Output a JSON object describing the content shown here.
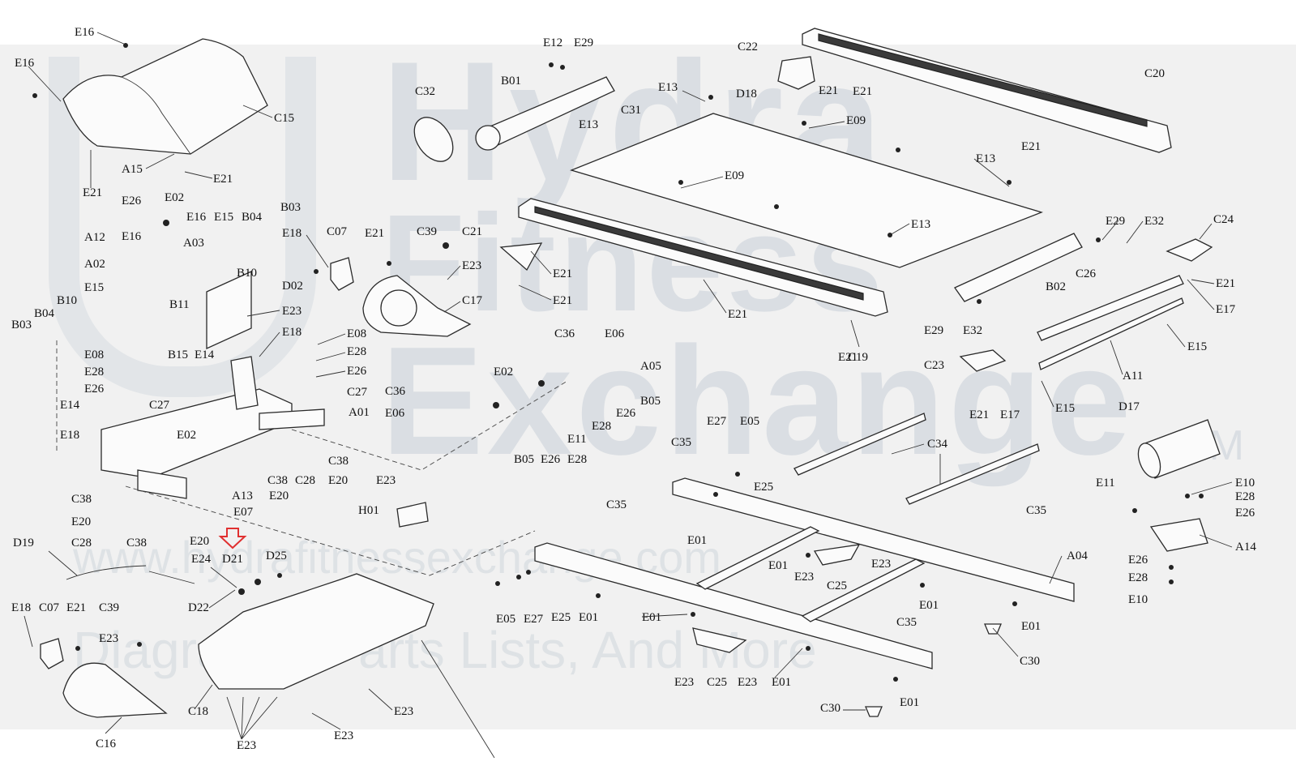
{
  "watermark": {
    "line1": "Hydra",
    "line2": "Fitness",
    "line3": "Exchange",
    "trademark": "TM",
    "url": "www.hydrafitnessexchange.com",
    "tagline": "Diagrams, Parts Lists, And More"
  },
  "labels": [
    {
      "id": "l1",
      "text": "E16"
    },
    {
      "id": "l2",
      "text": "E16"
    },
    {
      "id": "l3",
      "text": "C15"
    },
    {
      "id": "l4",
      "text": "A15"
    },
    {
      "id": "l5",
      "text": "E21"
    },
    {
      "id": "l6",
      "text": "E21"
    },
    {
      "id": "l7",
      "text": "E26"
    },
    {
      "id": "l8",
      "text": "E02"
    },
    {
      "id": "l9",
      "text": "E16"
    },
    {
      "id": "l10",
      "text": "E16"
    },
    {
      "id": "l11",
      "text": "E15"
    },
    {
      "id": "l12",
      "text": "B04"
    },
    {
      "id": "l13",
      "text": "B03"
    },
    {
      "id": "l14",
      "text": "A12"
    },
    {
      "id": "l15",
      "text": "A03"
    },
    {
      "id": "l16",
      "text": "A02"
    },
    {
      "id": "l17",
      "text": "B10"
    },
    {
      "id": "l18",
      "text": "E15"
    },
    {
      "id": "l19",
      "text": "B11"
    },
    {
      "id": "l20",
      "text": "B10"
    },
    {
      "id": "l21",
      "text": "B04"
    },
    {
      "id": "l22",
      "text": "B03"
    },
    {
      "id": "l23",
      "text": "E18"
    },
    {
      "id": "l24",
      "text": "C07"
    },
    {
      "id": "l25",
      "text": "D02"
    },
    {
      "id": "l26",
      "text": "E23"
    },
    {
      "id": "l27",
      "text": "E18"
    },
    {
      "id": "l28",
      "text": "E08"
    },
    {
      "id": "l29",
      "text": "E28"
    },
    {
      "id": "l30",
      "text": "E26"
    },
    {
      "id": "l31",
      "text": "E08"
    },
    {
      "id": "l32",
      "text": "E28"
    },
    {
      "id": "l33",
      "text": "E26"
    },
    {
      "id": "l34",
      "text": "B15"
    },
    {
      "id": "l35",
      "text": "E14"
    },
    {
      "id": "l36",
      "text": "C27"
    },
    {
      "id": "l37",
      "text": "E14"
    },
    {
      "id": "l38",
      "text": "C27"
    },
    {
      "id": "l39",
      "text": "A01"
    },
    {
      "id": "l40",
      "text": "E18"
    },
    {
      "id": "l41",
      "text": "E02"
    },
    {
      "id": "l42",
      "text": "C38"
    },
    {
      "id": "l43",
      "text": "C38"
    },
    {
      "id": "l44",
      "text": "C28"
    },
    {
      "id": "l45",
      "text": "E20"
    },
    {
      "id": "l46",
      "text": "E20"
    },
    {
      "id": "l47",
      "text": "A13"
    },
    {
      "id": "l48",
      "text": "C38"
    },
    {
      "id": "l49",
      "text": "E07"
    },
    {
      "id": "l50",
      "text": "E20"
    },
    {
      "id": "l51",
      "text": "C28"
    },
    {
      "id": "l52",
      "text": "C38"
    },
    {
      "id": "l53",
      "text": "E20"
    },
    {
      "id": "l54",
      "text": "E23"
    },
    {
      "id": "l55",
      "text": "H01"
    },
    {
      "id": "l56",
      "text": "E21"
    },
    {
      "id": "l57",
      "text": "C39"
    },
    {
      "id": "l58",
      "text": "C21"
    },
    {
      "id": "l59",
      "text": "E23"
    },
    {
      "id": "l60",
      "text": "C17"
    },
    {
      "id": "l61",
      "text": "E21"
    },
    {
      "id": "l62",
      "text": "E21"
    },
    {
      "id": "l63",
      "text": "C32"
    },
    {
      "id": "l64",
      "text": "E12"
    },
    {
      "id": "l65",
      "text": "E29"
    },
    {
      "id": "l66",
      "text": "B01"
    },
    {
      "id": "l67",
      "text": "E13"
    },
    {
      "id": "l68",
      "text": "D18"
    },
    {
      "id": "l69",
      "text": "C22"
    },
    {
      "id": "l70",
      "text": "E21"
    },
    {
      "id": "l71",
      "text": "E21"
    },
    {
      "id": "l72",
      "text": "C20"
    },
    {
      "id": "l73",
      "text": "C31"
    },
    {
      "id": "l74",
      "text": "E13"
    },
    {
      "id": "l75",
      "text": "E09"
    },
    {
      "id": "l76",
      "text": "E21"
    },
    {
      "id": "l77",
      "text": "E09"
    },
    {
      "id": "l78",
      "text": "E13"
    },
    {
      "id": "l79",
      "text": "E13"
    },
    {
      "id": "l80",
      "text": "E21"
    },
    {
      "id": "l81",
      "text": "E21"
    },
    {
      "id": "l82",
      "text": "C19"
    },
    {
      "id": "l83",
      "text": "E29"
    },
    {
      "id": "l84",
      "text": "E32"
    },
    {
      "id": "l85",
      "text": "C24"
    },
    {
      "id": "l86",
      "text": "B02"
    },
    {
      "id": "l87",
      "text": "C26"
    },
    {
      "id": "l88",
      "text": "E21"
    },
    {
      "id": "l89",
      "text": "E17"
    },
    {
      "id": "l90",
      "text": "E29"
    },
    {
      "id": "l91",
      "text": "E32"
    },
    {
      "id": "l92",
      "text": "E15"
    },
    {
      "id": "l93",
      "text": "C23"
    },
    {
      "id": "l94",
      "text": "A11"
    },
    {
      "id": "l95",
      "text": "E21"
    },
    {
      "id": "l96",
      "text": "E17"
    },
    {
      "id": "l97",
      "text": "E15"
    },
    {
      "id": "l98",
      "text": "D17"
    },
    {
      "id": "l99",
      "text": "C36"
    },
    {
      "id": "l100",
      "text": "E06"
    },
    {
      "id": "l101",
      "text": "E02"
    },
    {
      "id": "l102",
      "text": "A05"
    },
    {
      "id": "l103",
      "text": "C36"
    },
    {
      "id": "l104",
      "text": "B05"
    },
    {
      "id": "l105",
      "text": "E06"
    },
    {
      "id": "l106",
      "text": "E26"
    },
    {
      "id": "l107",
      "text": "E28"
    },
    {
      "id": "l108",
      "text": "E11"
    },
    {
      "id": "l109",
      "text": "B05"
    },
    {
      "id": "l110",
      "text": "E26"
    },
    {
      "id": "l111",
      "text": "E28"
    },
    {
      "id": "l112",
      "text": "E27"
    },
    {
      "id": "l113",
      "text": "E05"
    },
    {
      "id": "l114",
      "text": "C35"
    },
    {
      "id": "l115",
      "text": "C34"
    },
    {
      "id": "l116",
      "text": "E25"
    },
    {
      "id": "l117",
      "text": "C35"
    },
    {
      "id": "l118",
      "text": "E01"
    },
    {
      "id": "l119",
      "text": "C35"
    },
    {
      "id": "l120",
      "text": "E01"
    },
    {
      "id": "l121",
      "text": "E23"
    },
    {
      "id": "l122",
      "text": "E23"
    },
    {
      "id": "l123",
      "text": "C25"
    },
    {
      "id": "l124",
      "text": "A04"
    },
    {
      "id": "l125",
      "text": "E01"
    },
    {
      "id": "l126",
      "text": "E01"
    },
    {
      "id": "l127",
      "text": "E01"
    },
    {
      "id": "l128",
      "text": "C35"
    },
    {
      "id": "l129",
      "text": "E05"
    },
    {
      "id": "l130",
      "text": "E27"
    },
    {
      "id": "l131",
      "text": "E25"
    },
    {
      "id": "l132",
      "text": "E01"
    },
    {
      "id": "l133",
      "text": "C30"
    },
    {
      "id": "l134",
      "text": "E23"
    },
    {
      "id": "l135",
      "text": "C25"
    },
    {
      "id": "l136",
      "text": "E23"
    },
    {
      "id": "l137",
      "text": "E01"
    },
    {
      "id": "l138",
      "text": "C30"
    },
    {
      "id": "l139",
      "text": "E01"
    },
    {
      "id": "l140",
      "text": "E11"
    },
    {
      "id": "l141",
      "text": "E10"
    },
    {
      "id": "l142",
      "text": "E28"
    },
    {
      "id": "l143",
      "text": "E26"
    },
    {
      "id": "l144",
      "text": "A14"
    },
    {
      "id": "l145",
      "text": "E26"
    },
    {
      "id": "l146",
      "text": "E28"
    },
    {
      "id": "l147",
      "text": "E10"
    },
    {
      "id": "l148",
      "text": "D19"
    },
    {
      "id": "l149",
      "text": "E24"
    },
    {
      "id": "l150",
      "text": "D21"
    },
    {
      "id": "l151",
      "text": "D25"
    },
    {
      "id": "l152",
      "text": "D22"
    },
    {
      "id": "l153",
      "text": "E18"
    },
    {
      "id": "l154",
      "text": "C07"
    },
    {
      "id": "l155",
      "text": "E21"
    },
    {
      "id": "l156",
      "text": "C39"
    },
    {
      "id": "l157",
      "text": "E23"
    },
    {
      "id": "l158",
      "text": "C16"
    },
    {
      "id": "l159",
      "text": "C18"
    },
    {
      "id": "l160",
      "text": "E23"
    },
    {
      "id": "l161",
      "text": "E23"
    },
    {
      "id": "l162",
      "text": "E23"
    }
  ]
}
